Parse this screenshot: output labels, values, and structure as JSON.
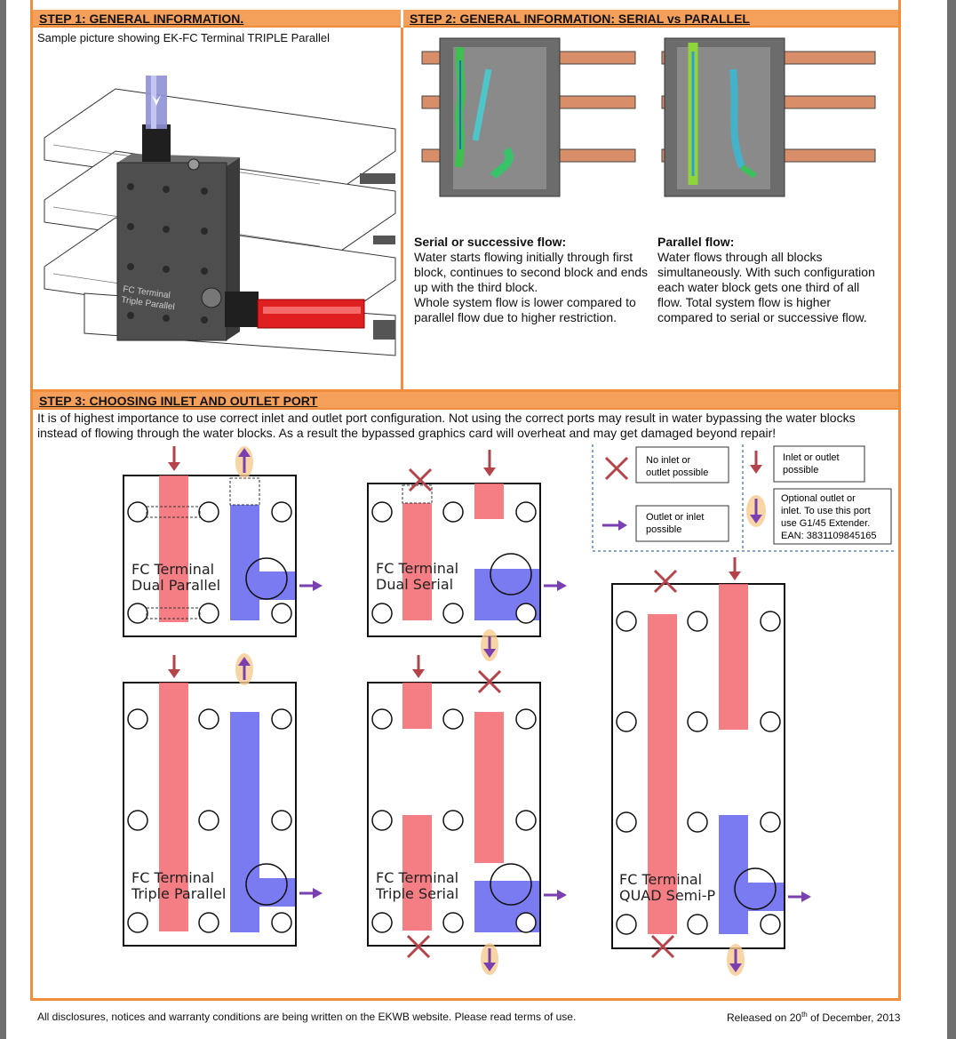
{
  "step1": {
    "title": "STEP 1: GENERAL INFORMATION.",
    "caption": "Sample picture showing EK-FC Terminal TRIPLE Parallel",
    "block_label_1": "FC Terminal",
    "block_label_2": "Triple Parallel"
  },
  "step2": {
    "title": "STEP 2: GENERAL INFORMATION: SERIAL vs PARALLEL",
    "serial": {
      "heading": "Serial or successive flow:",
      "lines": [
        "Water starts flowing initially through first",
        "block, continues to second block and ends",
        "up with the third block.",
        "Whole system flow is lower compared to",
        "parallel flow due to higher restriction."
      ]
    },
    "parallel": {
      "heading": "Parallel flow:",
      "lines": [
        "Water flows through all blocks",
        "simultaneously. With such configuration",
        "each water block gets one third of all",
        "flow. Total system flow is higher",
        "compared to serial or successive flow."
      ]
    }
  },
  "step3": {
    "title": "STEP 3: CHOOSING INLET AND OUTLET PORT",
    "intro_1": "It is of highest importance to use correct inlet and outlet port configuration. Not using the correct ports may result in water bypassing the water blocks",
    "intro_2": "instead of flowing through the water blocks. As a result the bypassed graphics card will overheat and may get damaged beyond repair!",
    "legend": {
      "no_port": [
        "No inlet or",
        "outlet possible"
      ],
      "in_out": [
        "Inlet or outlet",
        "possible"
      ],
      "out_in": [
        "Outlet or inlet",
        "possible"
      ],
      "optional": [
        "Optional outlet or",
        "inlet. To use this port",
        "use G1/45 Extender.",
        "EAN: 3831109845165"
      ]
    },
    "cards": [
      {
        "line1": "FC Terminal",
        "line2": "Dual Parallel"
      },
      {
        "line1": "FC Terminal",
        "line2": "Dual Serial"
      },
      {
        "line1": "FC Terminal",
        "line2": "Triple Parallel"
      },
      {
        "line1": "FC Terminal",
        "line2": "Triple Serial"
      },
      {
        "line1": "FC Terminal",
        "line2": "QUAD Semi-P"
      }
    ]
  },
  "footer": {
    "left": "All disclosures, notices and warranty conditions are being written on the EKWB website. Please read terms of use.",
    "right_prefix": "Released on 20",
    "right_sup": "th",
    "right_suffix": " of December, 2013"
  },
  "colors": {
    "accent": "#f28e3b",
    "header_fill": "#f5a05a",
    "inlet_red": "#f2676f",
    "outlet_blue": "#6b6bf0",
    "arrow_red": "#b5434a",
    "arrow_purple": "#7a3fb0"
  }
}
